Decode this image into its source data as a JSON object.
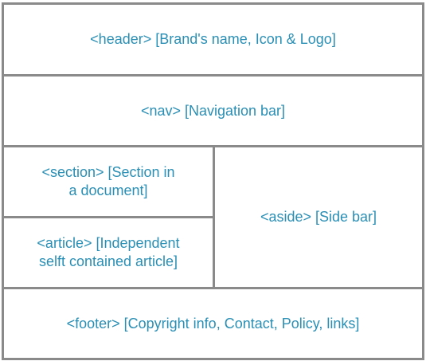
{
  "blocks": {
    "header": "<header> [Brand's name, Icon & Logo]",
    "nav": "<nav> [Navigation bar]",
    "section": "<section> [Section in\na document]",
    "article": "<article> [Independent\nselft contained article]",
    "aside": "<aside> [Side bar]",
    "footer": "<footer> [Copyright info, Contact, Policy, links]"
  },
  "colors": {
    "text": "#2a8fb5",
    "border": "#8a8a8a",
    "background": "#ffffff"
  }
}
